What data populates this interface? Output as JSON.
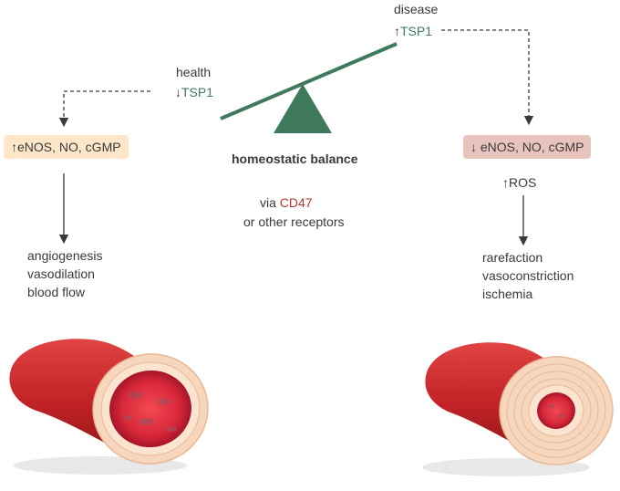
{
  "disease": {
    "label": "disease",
    "arrow": "↑",
    "tsp": "TSP1"
  },
  "health": {
    "label": "health",
    "arrow": "↓",
    "tsp": "TSP1"
  },
  "balance": {
    "label": "homeostatic balance"
  },
  "mediator": {
    "via": "via",
    "receptor": "CD47",
    "other": "or other receptors"
  },
  "left_box": {
    "text": "↑eNOS, NO, cGMP"
  },
  "right_box": {
    "text": "↓ eNOS, NO, cGMP"
  },
  "ros": {
    "text": "↑ROS"
  },
  "left_outcomes": [
    "angiogenesis",
    "vasodilation",
    "blood flow"
  ],
  "right_outcomes": [
    "rarefaction",
    "vasoconstriction",
    "ischemia"
  ],
  "colors": {
    "green": "#3f7a5c",
    "left_box_bg": "#fde7c8",
    "right_box_bg": "#e9c4be",
    "cd47": "#b03a2e",
    "vessel": "#c8282c"
  }
}
